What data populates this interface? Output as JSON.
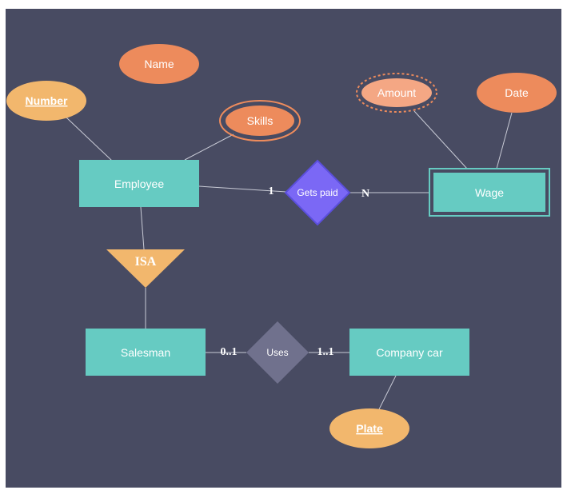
{
  "colors": {
    "background": "#484b62",
    "entity": "#66cbc2",
    "attribute": "#ed8b5c",
    "key_attribute": "#f2b76d",
    "multivalued_outline": "#ed8b5c",
    "derived_fill": "#f4a784",
    "relationship": "#7b68f5",
    "relationship_border": "#5b4fdc",
    "relationship_plain": "#70718d",
    "isa": "#f2b76d",
    "line": "#c9cbd6",
    "text": "#ffffff"
  },
  "entities": {
    "employee": "Employee",
    "wage": "Wage",
    "salesman": "Salesman",
    "company_car": "Company car"
  },
  "attributes": {
    "name": "Name",
    "number": "Number",
    "skills": "Skills",
    "amount": "Amount",
    "date": "Date",
    "plate": "Plate"
  },
  "relationships": {
    "gets_paid": "Gets paid",
    "uses": "Uses"
  },
  "isa": {
    "label": "ISA"
  },
  "cardinalities": {
    "employee_gets_paid": "1",
    "gets_paid_wage": "N",
    "salesman_uses": "0..1",
    "uses_company_car": "1..1"
  }
}
